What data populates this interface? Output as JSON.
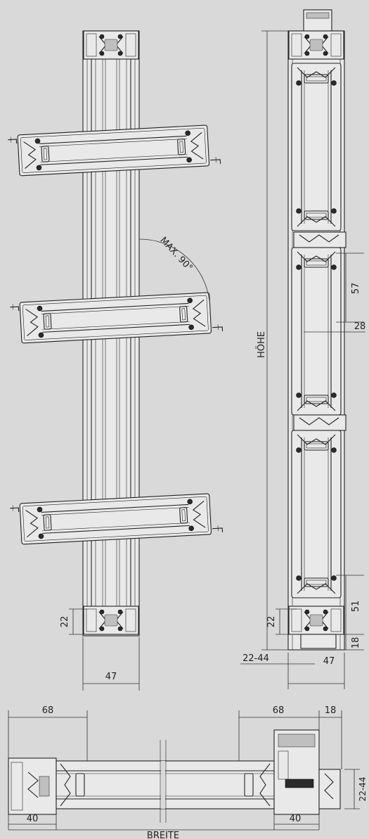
{
  "side_view": {
    "angle_label": "MAX. 90°",
    "dim_bottom_height": "22",
    "dim_frame_depth": "47"
  },
  "section_view": {
    "height_label": "HÖHE",
    "dim_blade_offset": "28",
    "dim_overlap": "57",
    "dim_bottom_blade": "51",
    "dim_bottom_frame": "18",
    "dim_bottom_height": "22",
    "dim_glass_range": "22-44",
    "dim_frame_depth": "47"
  },
  "plan_view": {
    "dim_left_top": "68",
    "dim_right_top": "68",
    "dim_right_edge": "18",
    "dim_left_bottom": "40",
    "dim_right_bottom": "40",
    "dim_glass_range": "22-44",
    "width_label": "BREITE"
  },
  "colors": {
    "background": "#d9d9d9",
    "line": "#222222",
    "profile_fill": "#e9e9e9"
  }
}
